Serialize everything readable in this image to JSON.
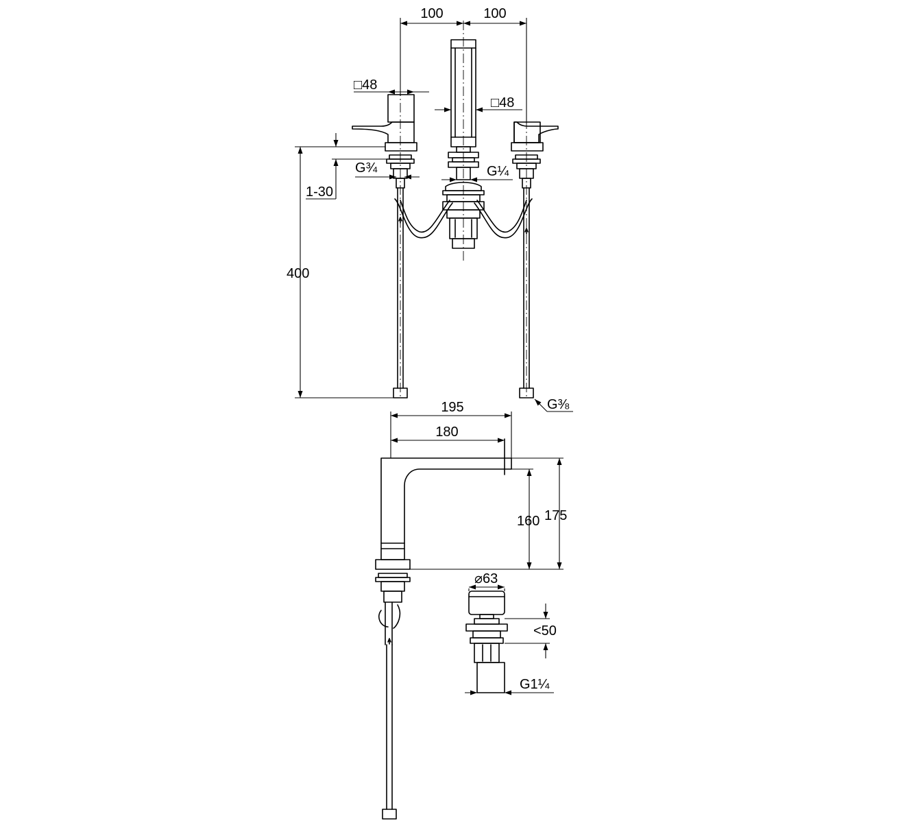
{
  "labels": {
    "spacing_left": "100",
    "spacing_right": "100",
    "handle_square": "□48",
    "spout_square": "□48",
    "thread_valve": "G¾",
    "thread_spout": "G¼",
    "deck_thickness": "1-30",
    "hose_length": "400",
    "thread_hose": "G⅜",
    "spout_reach_outer": "195",
    "spout_reach_inner": "180",
    "outlet_height": "160",
    "total_height": "175",
    "waste_diameter": "⌀63",
    "waste_lift": "<50",
    "waste_thread": "G1¼"
  },
  "colors": {
    "line": "#000000",
    "background": "#ffffff"
  }
}
